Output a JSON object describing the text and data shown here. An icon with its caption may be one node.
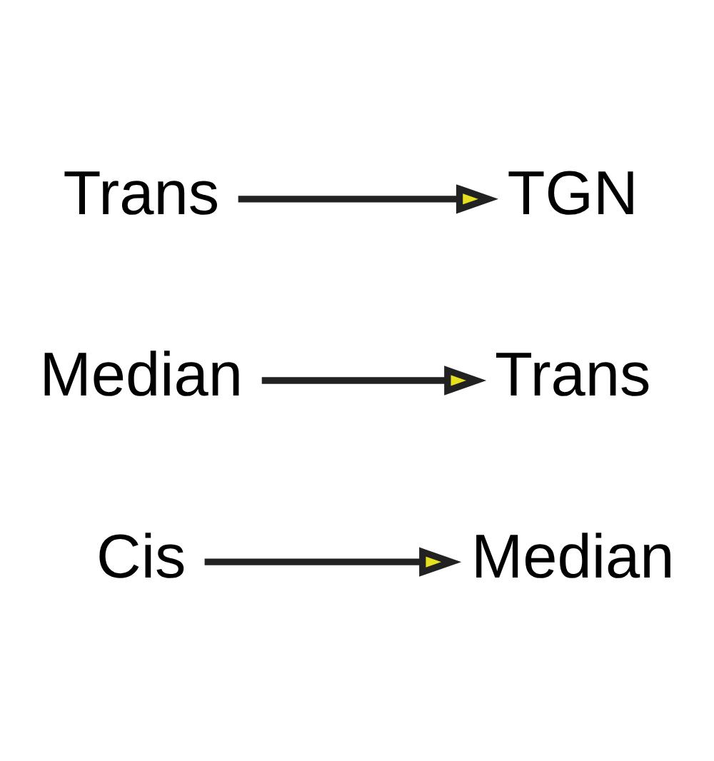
{
  "diagram": {
    "nodes": [
      {
        "text": [
          "Cis"
        ]
      },
      {
        "text": [
          "Median"
        ]
      },
      {
        "text": [
          "Median"
        ]
      },
      {
        "text": [
          "Trans"
        ]
      },
      {
        "text": [
          "Trans"
        ]
      },
      {
        "text": [
          "TGN"
        ]
      }
    ],
    "edges": [
      {
        "from": 0,
        "to": 1,
        "arrow": "to"
      },
      {
        "from": 2,
        "to": 3,
        "arrow": "to"
      },
      {
        "from": 4,
        "to": 5,
        "arrow": "to"
      }
    ]
  }
}
